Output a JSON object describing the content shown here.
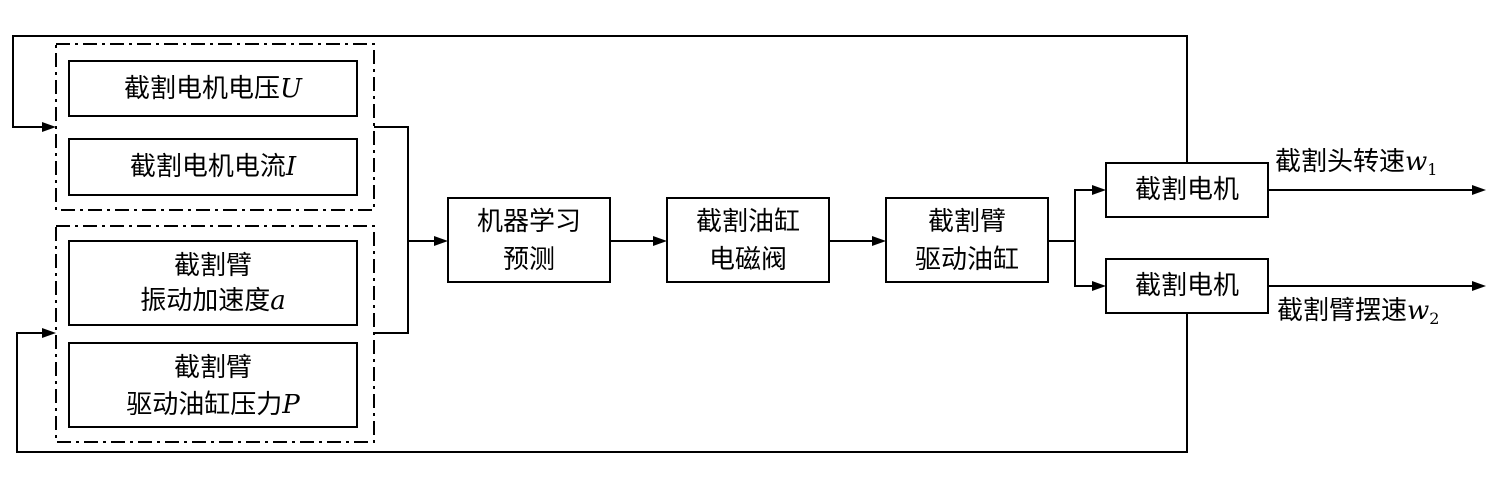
{
  "inputs_group_1": {
    "voltage": {
      "text": "截割电机电压",
      "var": "U"
    },
    "current": {
      "text": "截割电机电流",
      "var": "I"
    }
  },
  "inputs_group_2": {
    "vibration": {
      "line1": "截割臂",
      "line2": "振动加速度",
      "var": "a"
    },
    "pressure": {
      "line1": "截割臂",
      "line2": "驱动油缸压力",
      "var": "P"
    }
  },
  "chain": {
    "ml": {
      "line1": "机器学习",
      "line2": "预测"
    },
    "valve": {
      "line1": "截割油缸",
      "line2": "电磁阀"
    },
    "cylinder": {
      "line1": "截割臂",
      "line2": "驱动油缸"
    }
  },
  "motors": {
    "top": "截割电机",
    "bottom": "截割电机"
  },
  "outputs": {
    "head_speed": {
      "text": "截割头转速",
      "var": "w",
      "sub": "1"
    },
    "arm_speed": {
      "text": "截割臂摆速",
      "var": "w",
      "sub": "2"
    }
  }
}
